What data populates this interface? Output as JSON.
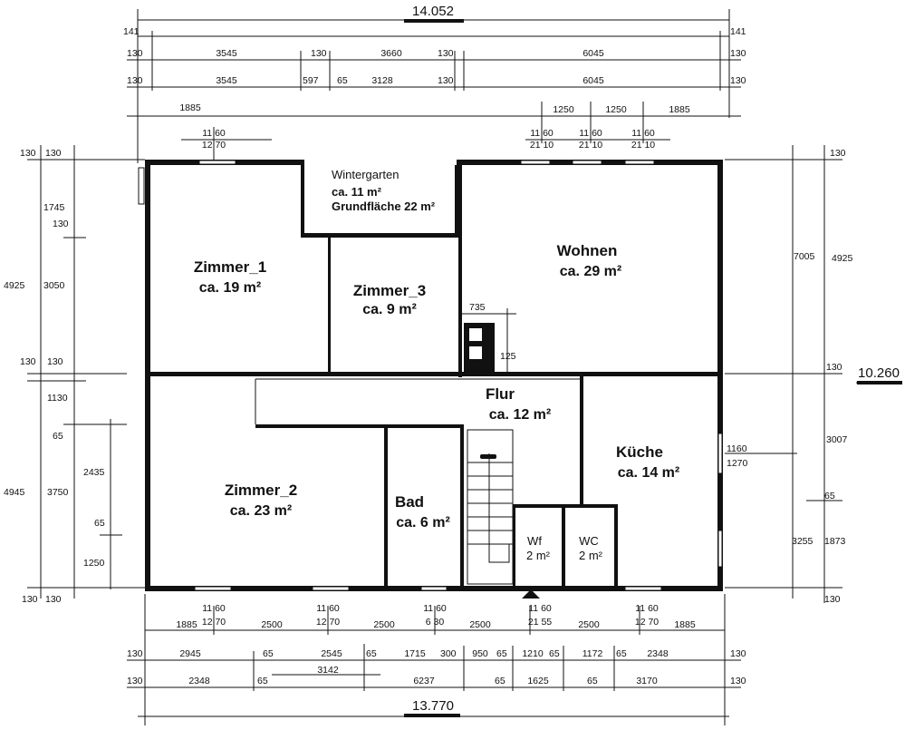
{
  "rooms": {
    "wintergarten": {
      "name": "Wintergarten",
      "area": "ca. 11 m²",
      "ground": "Grundfläche 22 m²"
    },
    "zimmer1": {
      "name": "Zimmer_1",
      "area": "ca. 19 m²"
    },
    "zimmer3": {
      "name": "Zimmer_3",
      "area": "ca. 9 m²"
    },
    "wohnen": {
      "name": "Wohnen",
      "area": "ca. 29 m²"
    },
    "flur": {
      "name": "Flur",
      "area": "ca. 12 m²"
    },
    "kueche": {
      "name": "Küche",
      "area": "ca. 14 m²"
    },
    "zimmer2": {
      "name": "Zimmer_2",
      "area": "ca. 23 m²"
    },
    "bad": {
      "name": "Bad",
      "area": "ca. 6 m²"
    },
    "wf": {
      "name": "Wf",
      "area": "2 m²"
    },
    "wc": {
      "name": "WC",
      "area": "2 m²"
    }
  },
  "totals": {
    "top": "14.052",
    "bottom": "13.770",
    "right": "10.260"
  },
  "dims": {
    "top1": [
      "141",
      "141"
    ],
    "top2": [
      "130",
      "3545",
      "130",
      "3660",
      "130",
      "6045",
      "130"
    ],
    "top3": [
      "130",
      "3545",
      "597",
      "65",
      "3128",
      "130",
      "6045",
      "130"
    ],
    "top4": [
      "1885",
      "1250",
      "1250",
      "1885"
    ],
    "win_top": [
      "11 60",
      "12 70",
      "11 60",
      "21 10",
      "11 60",
      "21 10",
      "11 60",
      "21 10"
    ],
    "left_a": [
      "130",
      "130",
      "1745",
      "130",
      "4925",
      "3050",
      "130",
      "130",
      "1130",
      "65",
      "4945",
      "3750",
      "2435",
      "65",
      "1250",
      "130",
      "130"
    ],
    "right_a": [
      "130",
      "7005",
      "4925",
      "130",
      "3007",
      "65",
      "3255",
      "1873",
      "130"
    ],
    "chimney": [
      "735",
      "125"
    ],
    "kitchen_win": [
      "1160",
      "1270"
    ],
    "win_bottom": [
      "11 60",
      "12 70",
      "11 60",
      "12 70",
      "11 60",
      "6 30",
      "11 60",
      "21 55",
      "11 60",
      "12 70"
    ],
    "bot1": [
      "1885",
      "2500",
      "2500",
      "2500",
      "2500",
      "1885"
    ],
    "bot2": [
      "130",
      "2945",
      "65",
      "2545",
      "65",
      "1715",
      "300",
      "950",
      "65",
      "1210",
      "65",
      "1172",
      "65",
      "2348",
      "130"
    ],
    "bot3": [
      "3142"
    ],
    "bot4": [
      "130",
      "2348",
      "65",
      "6237",
      "65",
      "1625",
      "65",
      "3170",
      "130"
    ]
  }
}
